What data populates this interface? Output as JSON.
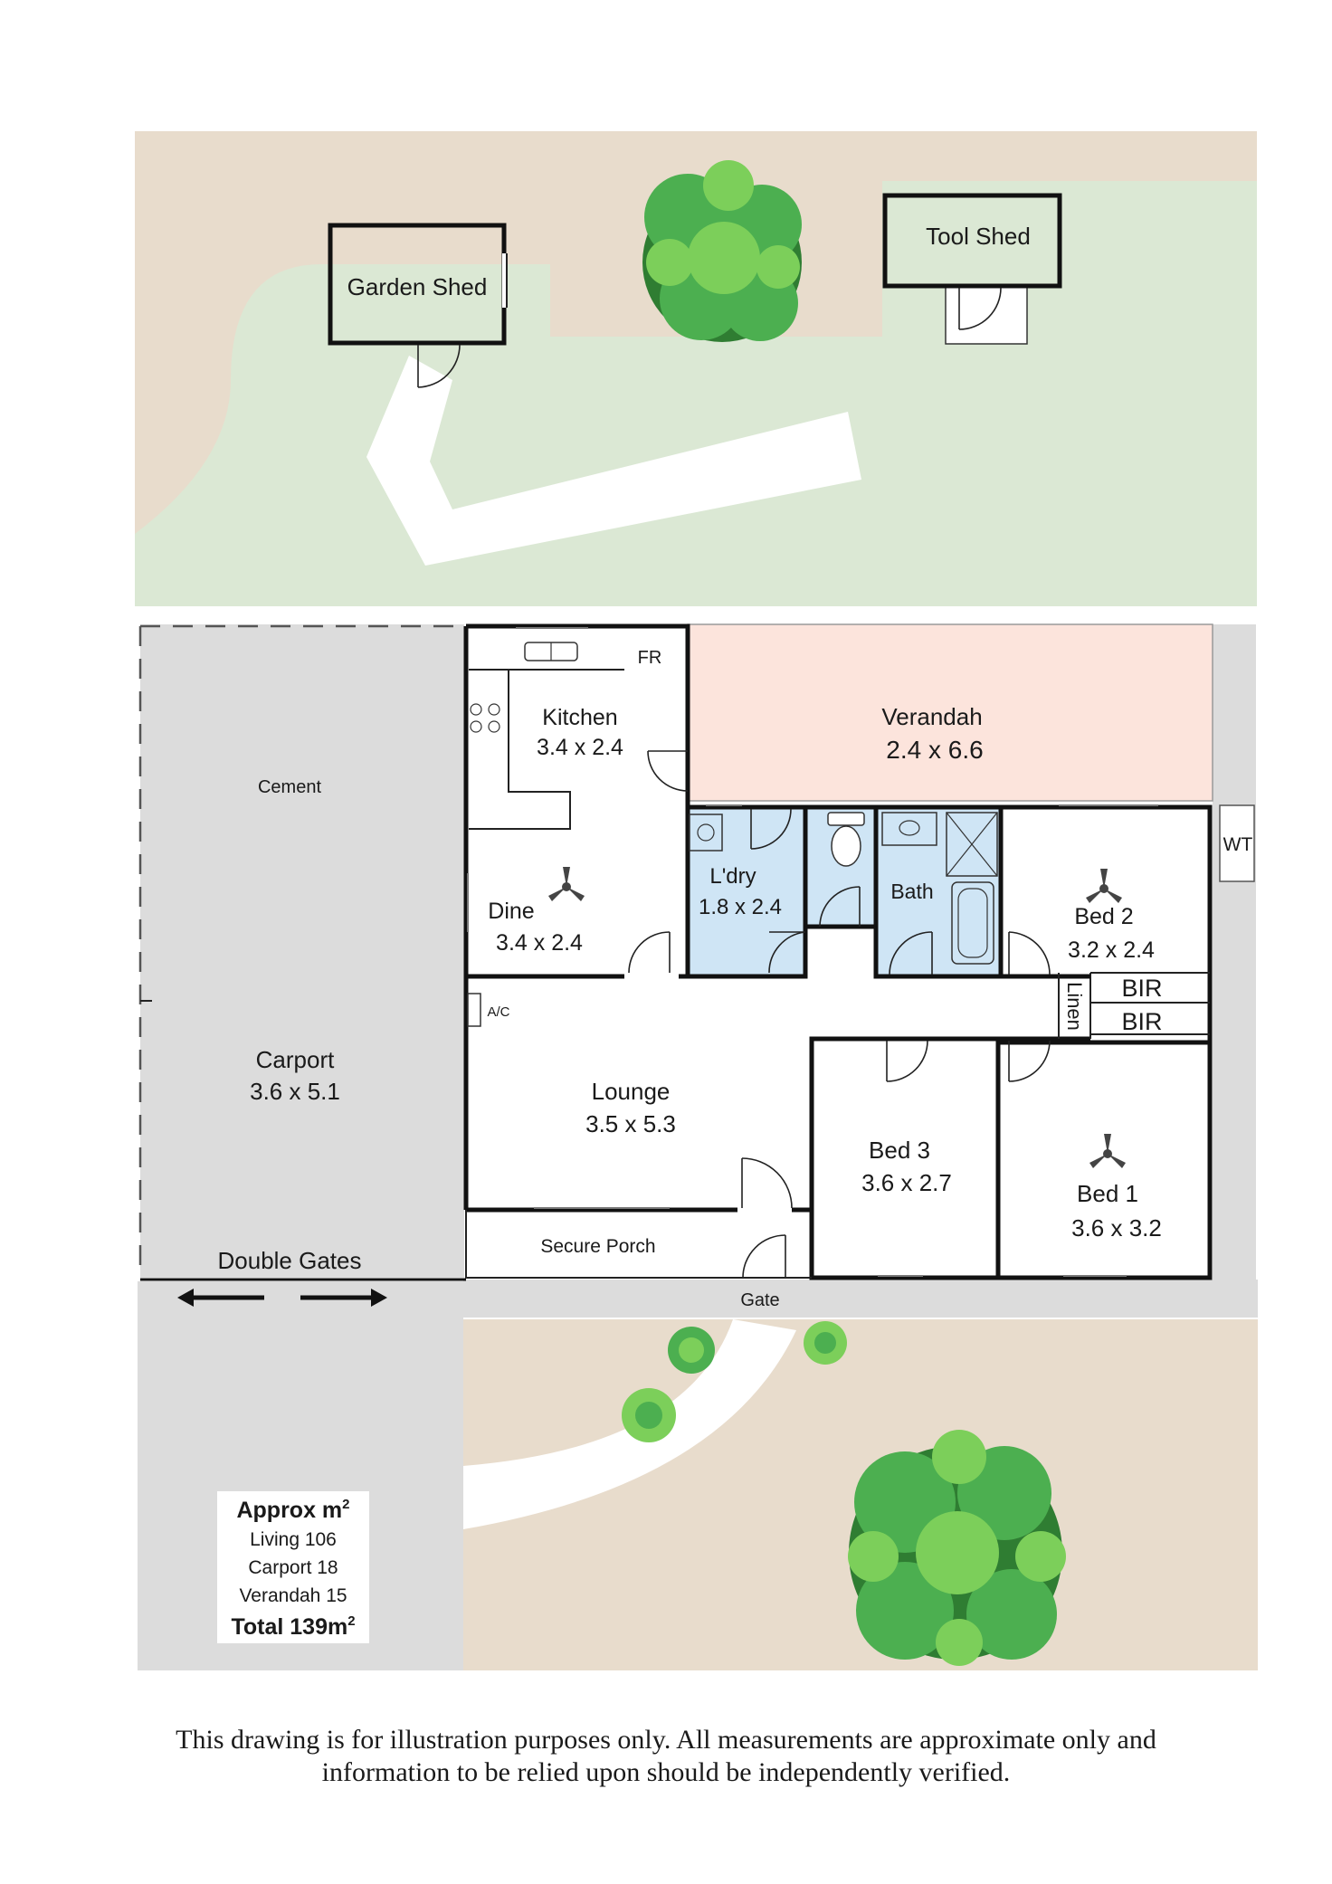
{
  "outbuildings": {
    "garden_shed": "Garden Shed",
    "tool_shed": "Tool Shed"
  },
  "rooms": {
    "kitchen": {
      "name": "Kitchen",
      "dims": "3.4 x 2.4"
    },
    "fridge": "FR",
    "verandah": {
      "name": "Verandah",
      "dims": "2.4 x 6.6"
    },
    "cement": "Cement",
    "laundry": {
      "name": "L'dry",
      "dims": "1.8 x 2.4"
    },
    "dine": {
      "name": "Dine",
      "dims": "3.4 x  2.4"
    },
    "bath": "Bath",
    "bed2": {
      "name": "Bed 2",
      "dims": "3.2 x 2.4"
    },
    "water_tank": "WT",
    "aircon": "A/C",
    "linen": "Linen",
    "bir_1": "BIR",
    "bir_2": "BIR",
    "carport": {
      "name": "Carport",
      "dims": "3.6 x 5.1"
    },
    "lounge": {
      "name": "Lounge",
      "dims": "3.5 x 5.3"
    },
    "bed3": {
      "name": "Bed 3",
      "dims": "3.6 x 2.7"
    },
    "bed1": {
      "name": "Bed 1",
      "dims": "3.6 x  3.2"
    },
    "secure_porch": "Secure Porch",
    "double_gates": "Double Gates",
    "gate": "Gate"
  },
  "area_summary": {
    "title": "Approx m",
    "title_sup": "2",
    "lines": [
      "Living 106",
      "Carport 18",
      "Verandah 15"
    ],
    "total": "Total 139m",
    "total_sup": "2"
  },
  "disclaimer": {
    "line1": "This drawing is for illustration purposes only.  All measurements are approximate only and",
    "line2": "information to be relied upon should be independently verified."
  },
  "colors": {
    "lawn": "#dbe8d4",
    "soil": "#e8dccc",
    "cement": "#dcdcdc",
    "verandah": "#fce4dc",
    "wet_area": "#cfe5f5",
    "path": "#ffffff"
  }
}
